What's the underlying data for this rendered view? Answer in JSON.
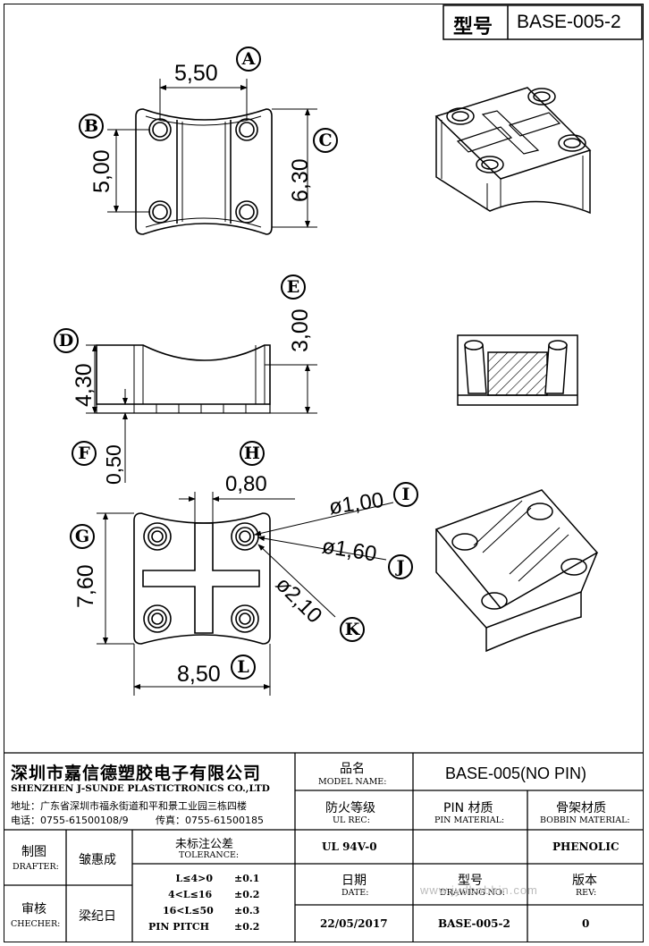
{
  "title_block": {
    "type_label": "型号",
    "type_value": "BASE-005-2"
  },
  "dimensions": {
    "A": {
      "letter": "A",
      "value": "5,50"
    },
    "B": {
      "letter": "B",
      "value": "5,00"
    },
    "C": {
      "letter": "C",
      "value": "6,30"
    },
    "D": {
      "letter": "D",
      "value": "4,30"
    },
    "E": {
      "letter": "E",
      "value": "3,00"
    },
    "F": {
      "letter": "F",
      "value": "0,50"
    },
    "G": {
      "letter": "G",
      "value": "7,60"
    },
    "H": {
      "letter": "H",
      "value": "0,80"
    },
    "I": {
      "letter": "I",
      "value": "ø1,00"
    },
    "J": {
      "letter": "J",
      "value": "ø1,60"
    },
    "K": {
      "letter": "K",
      "value": "ø2,10"
    },
    "L": {
      "letter": "L",
      "value": "8,50"
    }
  },
  "company": {
    "name_cn": "深圳市嘉信德塑胶电子有限公司",
    "name_en": "SHENZHEN J-SUNDE PLASTICTRONICS CO.,LTD",
    "address": "地址：广东省深圳市福永街道和平和景工业园三栋四楼",
    "phone": "电话：0755-61500108/9",
    "fax": "传真：0755-61500185"
  },
  "info": {
    "model_name_cn": "品名",
    "model_name_en": "MODEL NAME:",
    "model_value": "BASE-005(NO PIN)",
    "ul_cn": "防火等级",
    "ul_en": "UL REC:",
    "ul_value": "UL 94V-0",
    "pin_cn": "PIN 材质",
    "pin_en": "PIN MATERIAL:",
    "pin_value": "",
    "bobbin_cn": "骨架材质",
    "bobbin_en": "BOBBIN MATERIAL:",
    "bobbin_value": "PHENOLIC",
    "date_cn": "日期",
    "date_en": "DATE:",
    "date_value": "22/05/2017",
    "drawing_cn": "型号",
    "drawing_en": "DRAWING NO:",
    "drawing_value": "BASE-005-2",
    "rev_cn": "版本",
    "rev_en": "REV:",
    "rev_value": "0",
    "watermark": "www.jydbobbin.com"
  },
  "people": {
    "drafter_cn": "制图",
    "drafter_en": "DRAFTER:",
    "drafter_name": "皱惠成",
    "checker_cn": "审核",
    "checker_en": "CHECHER:",
    "checker_name": "梁纪日"
  },
  "tolerance": {
    "title_cn": "未标注公差",
    "title_en": "TOLERANCE:",
    "rows": [
      {
        "range": "0<L≤4",
        "value": "±0.1"
      },
      {
        "range": "4<L≤16",
        "value": "±0.2"
      },
      {
        "range": "16<L≤50",
        "value": "±0.3"
      },
      {
        "range": "PIN PITCH",
        "value": "±0.2"
      }
    ]
  }
}
